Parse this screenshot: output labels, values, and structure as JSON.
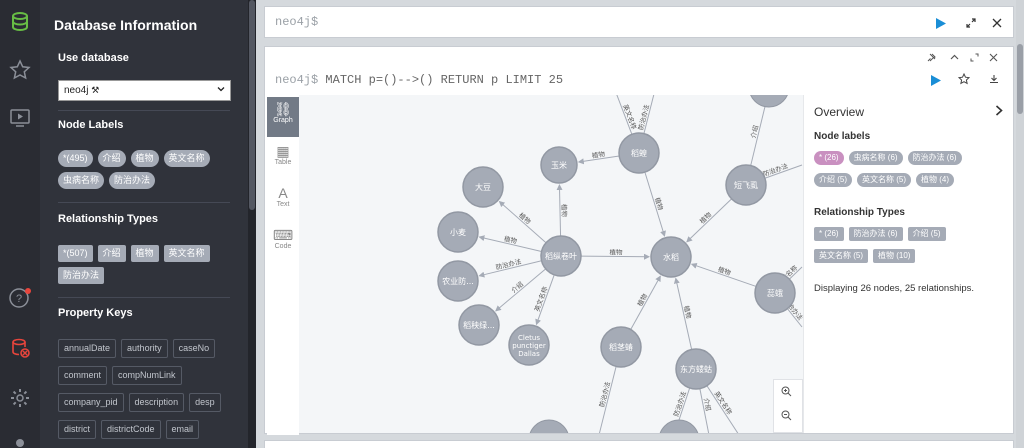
{
  "rail": {
    "icons": [
      "database-icon",
      "star-icon",
      "play-icon",
      "help-icon",
      "disconnect-icon",
      "gear-icon",
      "user-icon"
    ]
  },
  "sidebar": {
    "title": "Database Information",
    "use_database_heading": "Use database",
    "selected_database": "neo4j",
    "node_labels_heading": "Node Labels",
    "node_labels": [
      "*(495)",
      "介绍",
      "植物",
      "英文名称",
      "虫病名称",
      "防治办法"
    ],
    "relationship_types_heading": "Relationship Types",
    "relationship_types": [
      "*(507)",
      "介绍",
      "植物",
      "英文名称",
      "防治办法"
    ],
    "property_keys_heading": "Property Keys",
    "property_keys": [
      "annualDate",
      "authority",
      "caseNo",
      "comment",
      "compNumLink",
      "company_pid",
      "description",
      "desp",
      "district",
      "districtCode",
      "email"
    ]
  },
  "editor": {
    "prompt": "neo4j$"
  },
  "frame": {
    "query_prompt": "neo4j$",
    "query": "MATCH p=()-->() RETURN p LIMIT 25",
    "view_tabs": [
      {
        "label": "Graph",
        "glyph": "⛓"
      },
      {
        "label": "Table",
        "glyph": "▦"
      },
      {
        "label": "Text",
        "glyph": "A"
      },
      {
        "label": "Code",
        "glyph": "⌨"
      }
    ]
  },
  "graph": {
    "nodes": [
      {
        "id": "yumi",
        "label": "玉米"
      },
      {
        "id": "daodao",
        "label": "稻蝗"
      },
      {
        "id": "dadou",
        "label": "大豆"
      },
      {
        "id": "xiaomai",
        "label": "小麦"
      },
      {
        "id": "daozong",
        "label": "稻纵卷叶"
      },
      {
        "id": "shuidao",
        "label": "水稻"
      },
      {
        "id": "duanfei",
        "label": "短飞虱"
      },
      {
        "id": "nongye",
        "label": "农业防..."
      },
      {
        "id": "daoxiu",
        "label": "稻秧绿..."
      },
      {
        "id": "cletus",
        "label": "Cletus punctiger Dallas"
      },
      {
        "id": "daojing",
        "label": "稻茎蝽"
      },
      {
        "id": "dongfang",
        "label": "东方蝼蛄"
      },
      {
        "id": "ruibo",
        "label": "蕊蛾"
      }
    ],
    "edge_labels": [
      "植物",
      "防治办法",
      "介绍",
      "英文名称"
    ]
  },
  "overview": {
    "title": "Overview",
    "node_labels_heading": "Node labels",
    "node_labels": [
      "* (26)",
      "虫病名称 (6)",
      "防治办法 (6)",
      "介绍 (5)",
      "英文名称 (5)",
      "植物 (4)"
    ],
    "relationship_types_heading": "Relationship Types",
    "relationship_types": [
      "* (26)",
      "防治办法 (6)",
      "介绍 (5)",
      "英文名称 (5)",
      "植物 (10)"
    ],
    "summary": "Displaying 26 nodes, 25 relationships."
  }
}
